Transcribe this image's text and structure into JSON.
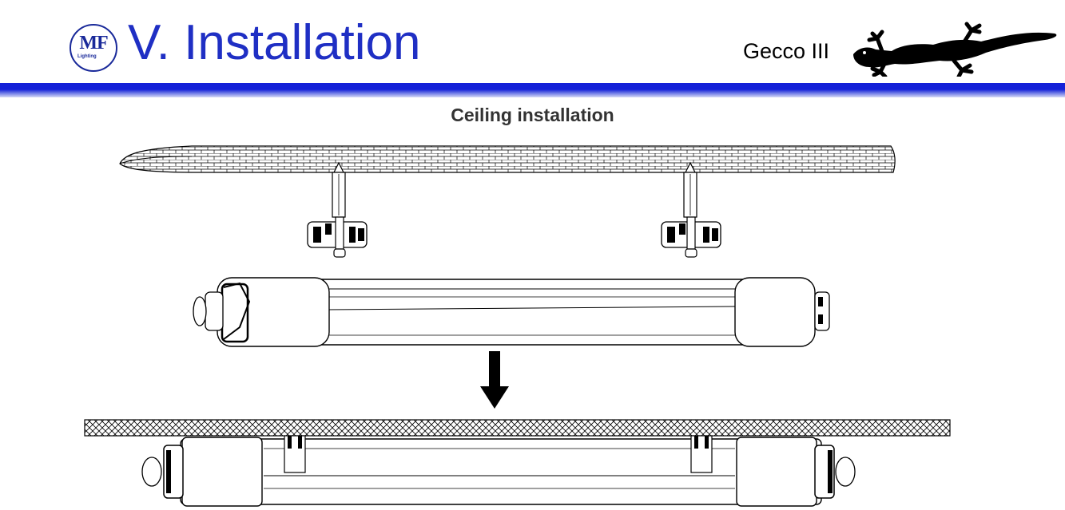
{
  "header": {
    "logo": {
      "mark": "MF",
      "sub": "Lighting"
    },
    "title": "V. Installation",
    "product": "Gecco III",
    "mascot_icon": "gecko-silhouette-icon",
    "colors": {
      "title": "#1f2fc4",
      "bar": "#1421d8"
    }
  },
  "section": {
    "title": "Ceiling installation"
  },
  "illustration": {
    "step_top": "ceiling-with-anchors-and-clips",
    "step_middle": "luminaire-tube",
    "arrow_icon": "down-arrow-icon",
    "step_bottom": "luminaire-mounted-on-ceiling"
  }
}
